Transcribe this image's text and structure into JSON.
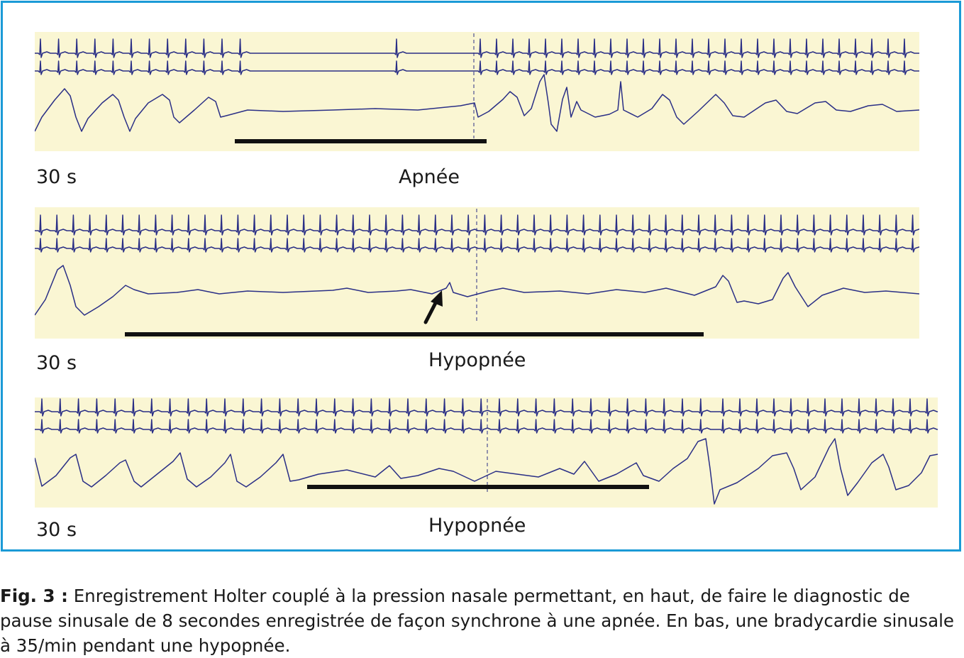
{
  "panels": [
    {
      "duration": "30 s",
      "event": "Apnée",
      "marker": ""
    },
    {
      "duration": "30 s",
      "event": "Hypopnée",
      "marker": "arrow"
    },
    {
      "duration": "30 s",
      "event": "Hypopnée",
      "marker": ""
    }
  ],
  "caption": {
    "prefix": "Fig. 3 :",
    "text": "Enregistrement Holter couplé à la pression nasale permettant, en haut, de faire le diagnostic de pause sinusale de 8 secondes enregistrée de façon synchrone à une apnée. En bas, une bradycardie sinusale à 35/min pendant une hypopnée."
  },
  "colors": {
    "frame": "#1b9ad6",
    "strip_bg": "#faf6d3",
    "trace": "#2a2f86",
    "bar": "#111111"
  }
}
